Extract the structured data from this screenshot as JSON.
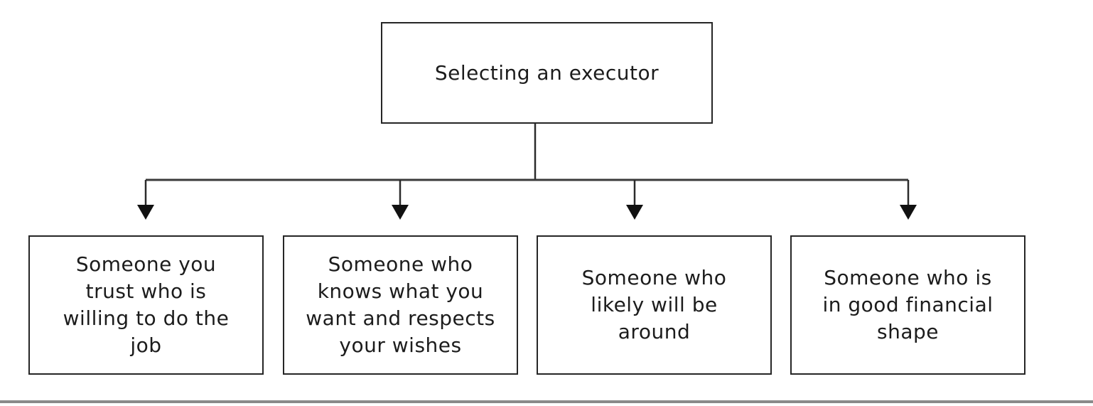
{
  "diagram": {
    "title": "Selecting an executor flowchart",
    "root": {
      "label": "Selecting an executor"
    },
    "children": [
      {
        "text": "Someone you trust who is willing to do the job",
        "lines": [
          "Someone you",
          "trust who is",
          "willing to do the",
          "job"
        ]
      },
      {
        "text": "Someone who knows what you want and respects your wishes",
        "lines": [
          "Someone who",
          "knows what you",
          "want and respects",
          "your wishes"
        ]
      },
      {
        "text": "Someone who likely will be around",
        "lines": [
          "Someone who",
          "likely will be",
          "around"
        ]
      },
      {
        "text": "Someone who is in good financial shape",
        "lines": [
          "Someone who is",
          "in good financial",
          "shape"
        ]
      }
    ],
    "colors": {
      "background": "#ffffff",
      "box_border": "#262626",
      "text": "#1c1c1c",
      "connector_line": "#2b2b2b",
      "arrowhead": "#111111",
      "bottom_bar": "#8a8a8a"
    }
  }
}
